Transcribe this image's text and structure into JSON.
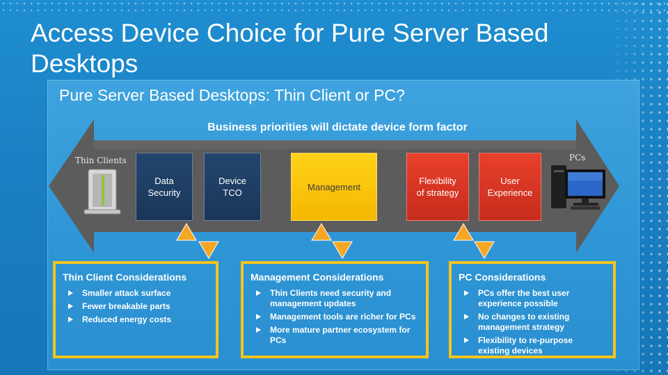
{
  "slide": {
    "title": "Access Device Choice for Pure Server Based Desktops",
    "subtitle": "Pure Server Based Desktops: Thin Client or PC?"
  },
  "arrow": {
    "heading": "Business priorities will dictate device form factor",
    "left_label": "Thin Clients",
    "right_label": "PCs"
  },
  "priority_boxes": [
    {
      "label": "Data\nSecurity",
      "color": "#1f3f66"
    },
    {
      "label": "Device\nTCO",
      "color": "#1f3f66"
    },
    {
      "label": "Management",
      "color": "#f7c21a"
    },
    {
      "label": "Flexibility\nof strategy",
      "color": "#dc3a26"
    },
    {
      "label": "User\nExperience",
      "color": "#dc3a26"
    }
  ],
  "considerations": [
    {
      "title": "Thin Client Considerations",
      "items": [
        "Smaller attack surface",
        "Fewer breakable parts",
        "Reduced energy costs"
      ]
    },
    {
      "title": "Management Considerations",
      "items": [
        "Thin Clients need security and management updates",
        "Management tools are richer for PCs",
        "More mature partner ecosystem for PCs"
      ]
    },
    {
      "title": "PC Considerations",
      "items": [
        "PCs offer the best user experience possible",
        "No changes to existing management strategy",
        "Flexibility to re-purpose existing devices"
      ]
    }
  ],
  "colors": {
    "background": "#1a84c6",
    "arrow": "#5a5a5a",
    "connector_orange": "#f5a623",
    "frame_yellow": "#f7c51c"
  }
}
